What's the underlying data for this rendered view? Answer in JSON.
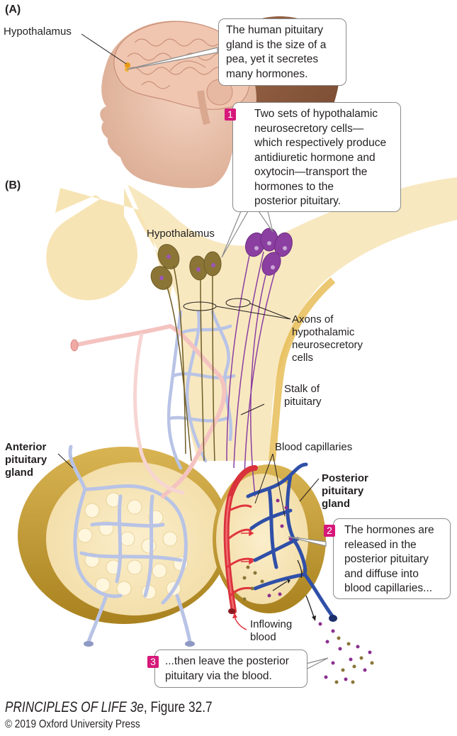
{
  "figure": {
    "panel_a_label": "(A)",
    "panel_b_label": "(B)",
    "colors": {
      "tissue": "#f7e3b0",
      "gland_rim": "#c9a23e",
      "capillary_portal": "#b8c3e6",
      "artery": "#e0343e",
      "vein": "#2f4fa8",
      "neuron_adh": "#8a7536",
      "neuron_oxytocin": "#8b3fa0",
      "step_badge": "#d6187a"
    }
  },
  "panel_a": {
    "hypothalamus_label": "Hypothalamus",
    "callout_pea": "The human pituitary\ngland is the size of a\npea, yet it secretes\nmany hormones."
  },
  "panel_b": {
    "labels": {
      "hypothalamus": "Hypothalamus",
      "axons": "Axons of\nhypothalamic\nneurosecretory\ncells",
      "stalk": "Stalk of\npituitary",
      "anterior": "Anterior\npituitary\ngland",
      "blood_capillaries": "Blood capillaries",
      "posterior": "Posterior\npituitary\ngland",
      "inflowing_blood": "Inflowing\nblood"
    },
    "steps": [
      {
        "number": "1",
        "text": "Two sets of hypothalamic\nneurosecretory cells—\nwhich respectively produce\nantidiuretic hormone and\noxytocin—transport the\nhormones to the\nposterior pituitary."
      },
      {
        "number": "2",
        "text": "The hormones are\nreleased in the\nposterior pituitary\nand diffuse into\nblood capillaries..."
      },
      {
        "number": "3",
        "text": "...then leave the posterior\npituitary via the blood."
      }
    ]
  },
  "caption": {
    "book_title": "PRINCIPLES OF LIFE 3e",
    "figure_ref": ", Figure 32.7",
    "copyright": "© 2019 Oxford University Press"
  }
}
